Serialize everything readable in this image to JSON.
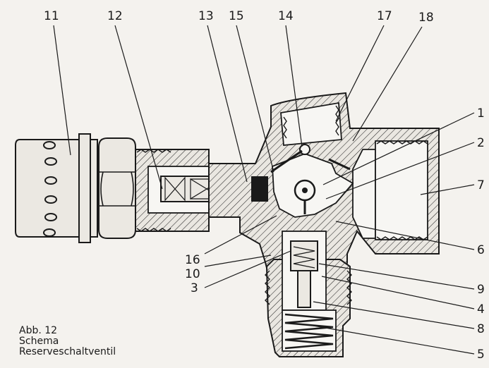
{
  "labels": {
    "l11": "11",
    "l12": "12",
    "l13": "13",
    "l15": "15",
    "l14": "14",
    "l17": "17",
    "l18": "18",
    "l1": "1",
    "l2": "2",
    "l7": "7",
    "l6": "6",
    "l9": "9",
    "l4": "4",
    "l8": "8",
    "l5": "5",
    "l16": "16",
    "l10": "10",
    "l3": "3"
  },
  "caption": {
    "line1": "Abb. 12",
    "line2": "Schema",
    "line3": "Reserveschaltventil"
  }
}
